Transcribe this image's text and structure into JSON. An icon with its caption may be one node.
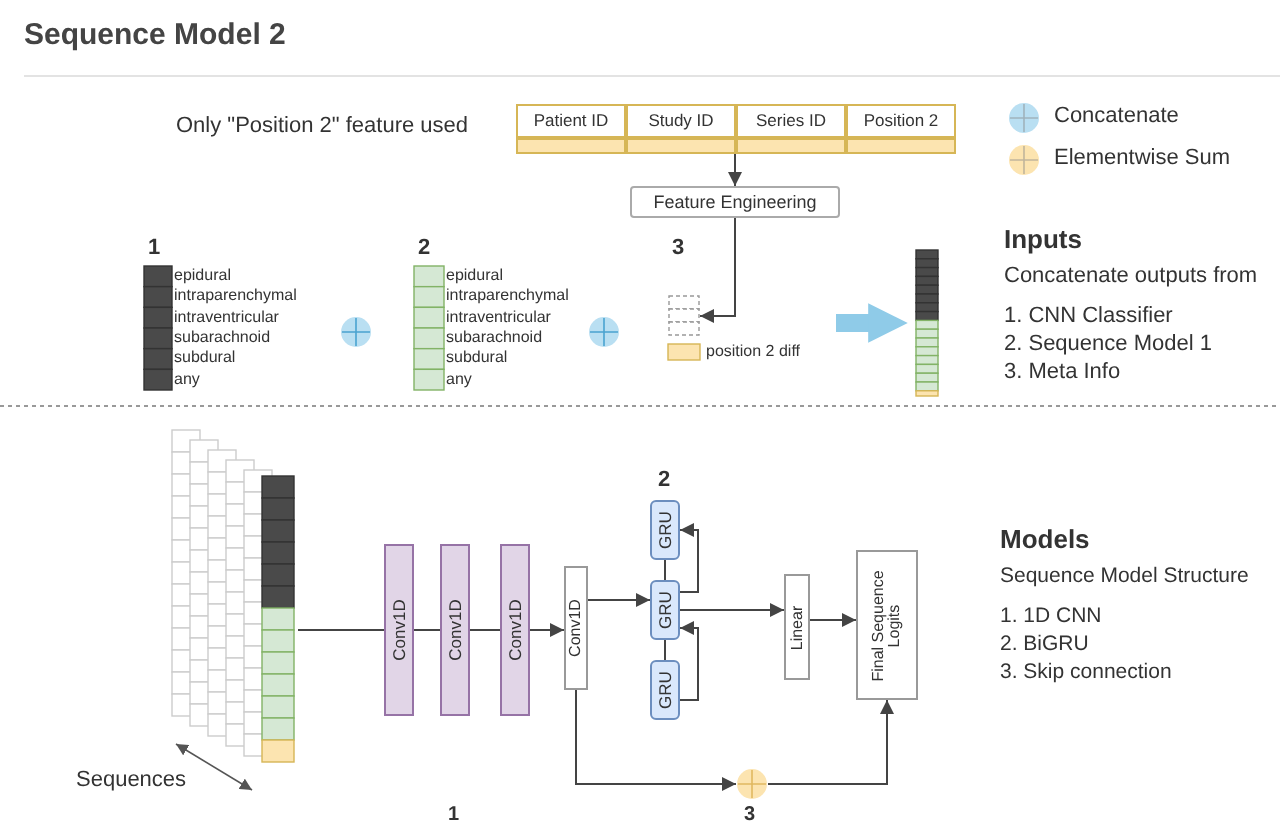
{
  "diagram": {
    "title": "Sequence Model 2",
    "nodes": [
      {
        "text": [
          "Patient ID",
          "Study ID",
          "Series ID",
          "Position 2"
        ]
      },
      {
        "text": [
          "Feature Engineering"
        ]
      },
      {
        "text": [],
        "shape": "bar",
        "beside": [
          "1",
          "epidural",
          "intraparenchymal",
          "intraventricular",
          "subarachnoid",
          "subdural",
          "any"
        ]
      },
      {
        "text": [],
        "shape": "bar",
        "beside": [
          "2",
          "epidural",
          "intraparenchymal",
          "intraventricular",
          "subarachnoid",
          "subdural",
          "any"
        ]
      },
      {
        "text": [],
        "shape": "bar",
        "beside": [
          "position 2 diff"
        ]
      },
      {
        "text": [],
        "shape": "bar"
      },
      {
        "text": [],
        "shape": "bar"
      },
      {
        "text": [
          "Conv1D"
        ]
      },
      {
        "text": [
          "Conv1D"
        ]
      },
      {
        "text": [
          "Conv1D"
        ]
      },
      {
        "text": [
          "Conv1D"
        ]
      },
      {
        "text": [
          "GRU"
        ],
        "beside": [
          "2"
        ]
      },
      {
        "text": [
          "GRU"
        ]
      },
      {
        "text": [
          "GRU"
        ]
      },
      {
        "text": [
          "Linear"
        ]
      },
      {
        "text": [
          "Final Sequence Logits"
        ]
      },
      {
        "text": [],
        "shape": "circle",
        "beside": [
          "3"
        ]
      }
    ],
    "edges": [
      {
        "from": 0,
        "to": 1,
        "arrow": "to"
      },
      {
        "from": 1,
        "to": 4,
        "arrow": "to"
      },
      {
        "from": null,
        "to": 5,
        "arrow": "to",
        "style": "thick",
        "color": "#8fcbe8"
      },
      {
        "from": 6,
        "to": 7,
        "arrow": "none"
      },
      {
        "from": 7,
        "to": 8,
        "arrow": "none"
      },
      {
        "from": 8,
        "to": 9,
        "arrow": "none"
      },
      {
        "from": 9,
        "to": 10,
        "arrow": "to"
      },
      {
        "from": 10,
        "to": 12,
        "arrow": "to"
      },
      {
        "from": 12,
        "to": 11,
        "arrow": "to"
      },
      {
        "from": 13,
        "to": 12,
        "arrow": "to"
      },
      {
        "from": 11,
        "to": 12,
        "arrow": "none"
      },
      {
        "from": 12,
        "to": 13,
        "arrow": "none"
      },
      {
        "from": 12,
        "to": 14,
        "arrow": "to"
      },
      {
        "from": 14,
        "to": 15,
        "arrow": "to"
      },
      {
        "from": 10,
        "to": 16,
        "arrow": "to"
      },
      {
        "from": 16,
        "to": 15,
        "arrow": "to"
      }
    ],
    "labels": [
      "Only \"Position 2\" feature used",
      "3",
      "Inputs",
      "Concatenate outputs from",
      "1. CNN Classifier",
      "2. Sequence Model 1",
      "3. Meta Info",
      "Models",
      "Sequence Model Structure",
      "1. 1D CNN",
      "2. BiGRU",
      "3. Skip connection",
      "Sequences",
      "1"
    ],
    "legend": [
      {
        "text": "Concatenate",
        "color": "#b9dff2"
      },
      {
        "text": "Elementwise Sum",
        "color": "#fce4b0"
      }
    ]
  }
}
